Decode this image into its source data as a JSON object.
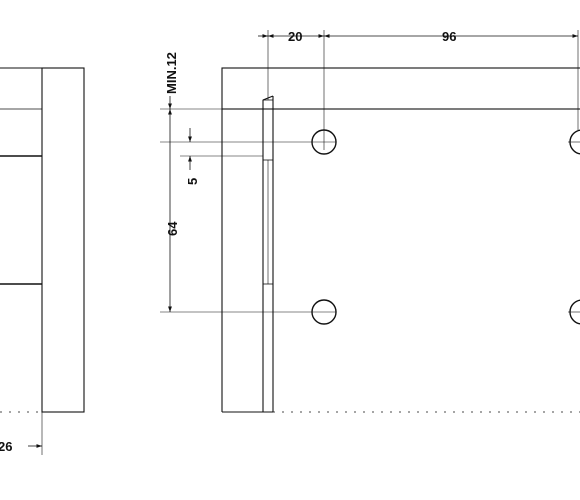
{
  "dimensions": {
    "top_offset": "20",
    "top_spacing": "96",
    "min_depth": "MIN.12",
    "small_gap": "5",
    "vertical_spacing": "64",
    "side_thickness": "26"
  }
}
